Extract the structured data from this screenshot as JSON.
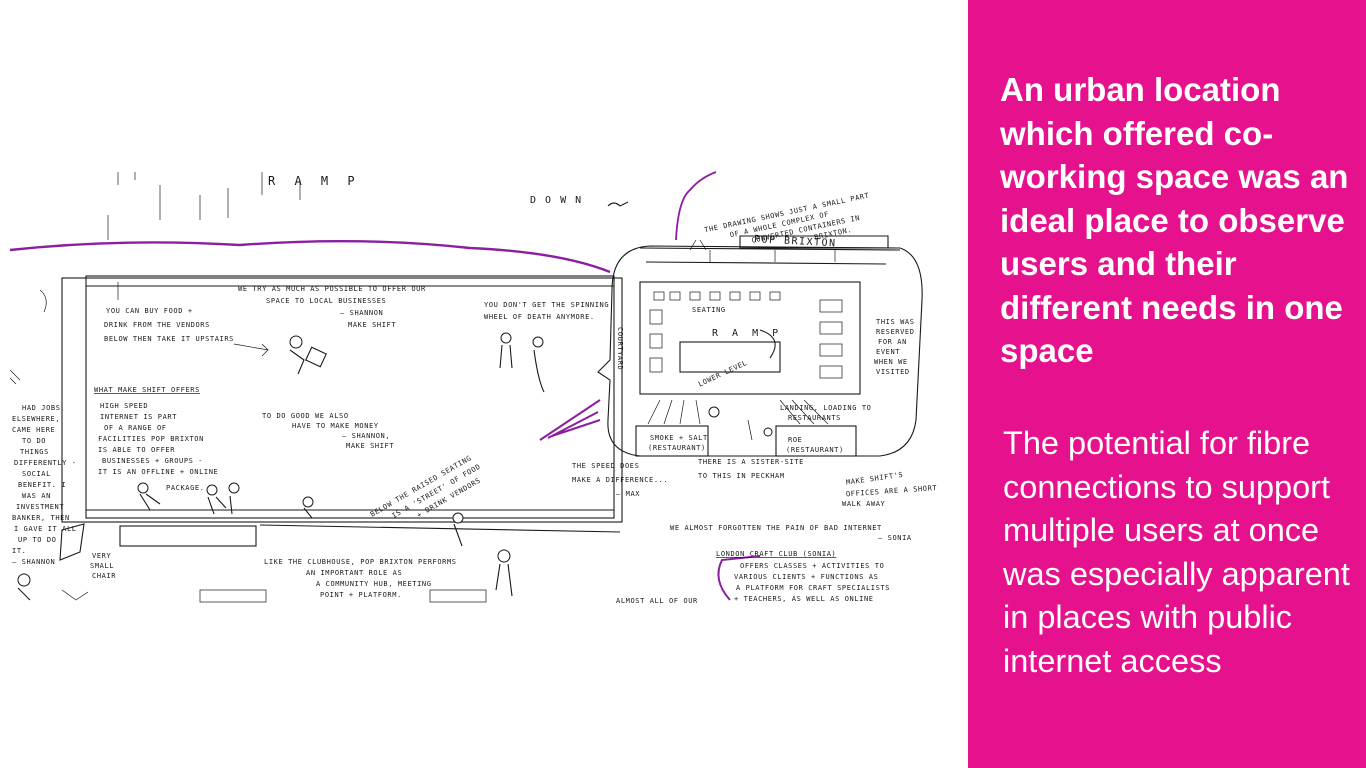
{
  "slide": {
    "headline": "An urban location which offered co-working space was an ideal place to observe users and their different needs in one space",
    "body": "The potential for fibre connections to support multiple users at once was especially apparent in places with public internet access",
    "accent_color": "#e6118c"
  },
  "sketch": {
    "ramp": "R A M P",
    "down": "D O W N",
    "pop_brixton": "POP BRIXTON",
    "drawing_note_1": "THE DRAWING SHOWS JUST A SMALL PART",
    "drawing_note_2": "OF A WHOLE COMPLEX OF",
    "drawing_note_3": "CONVERTED CONTAINERS IN",
    "drawing_note_4": "BRIXTON.",
    "buy_food_1": "YOU CAN BUY FOOD +",
    "buy_food_2": "DRINK FROM THE VENDORS",
    "buy_food_3": "BELOW THEN TAKE IT UPSTAIRS",
    "offer_space_1": "WE TRY AS MUCH AS POSSIBLE TO OFFER OUR",
    "offer_space_2": "SPACE TO LOCAL BUSINESSES",
    "offer_space_3": "— SHANNON",
    "offer_space_4": "MAKE SHIFT",
    "spinning_1": "YOU DON'T GET THE SPINNING",
    "spinning_2": "WHEEL OF DEATH ANYMORE.",
    "courtyard": "COURTYARD",
    "seating": "SEATING",
    "lower_level": "LOWER LEVEL",
    "ramp_inner": "R A M P",
    "reserved_1": "THIS WAS",
    "reserved_2": "RESERVED",
    "reserved_3": "FOR AN",
    "reserved_4": "EVENT",
    "reserved_5": "WHEN WE",
    "reserved_6": "VISITED",
    "what_offers": "WHAT MAKE SHIFT OFFERS",
    "offers_1": "HIGH SPEED",
    "offers_2": "INTERNET IS PART",
    "offers_3": "OF A RANGE OF",
    "offers_4": "FACILITIES POP BRIXTON",
    "offers_5": "IS ABLE TO OFFER",
    "offers_6": "BUSINESSES + GROUPS -",
    "offers_7": "IT IS AN OFFLINE + ONLINE",
    "offers_8": "PACKAGE.",
    "good_1": "TO DO GOOD WE ALSO",
    "good_2": "HAVE TO MAKE MONEY",
    "good_3": "— SHANNON,",
    "good_4": "MAKE SHIFT",
    "loading_1": "LANDING, LOADING TO",
    "loading_2": "RESTAURANTS",
    "smoke_salt_1": "SMOKE + SALT",
    "smoke_salt_2": "(RESTAURANT)",
    "roe_1": "ROE",
    "roe_2": "(RESTAURANT)",
    "speed_1": "THE SPEED DOES",
    "speed_2": "MAKE A DIFFERENCE...",
    "speed_3": "— MAX",
    "sister_1": "THERE IS A SISTER-SITE",
    "sister_2": "TO THIS IN PECKHAM",
    "walk_1": "MAKE SHIFT'S",
    "walk_2": "OFFICES ARE A SHORT",
    "walk_3": "WALK AWAY",
    "below_1": "BELOW THE RAISED SEATING",
    "below_2": "IS A 'STREET' OF FOOD",
    "below_3": "+ DRINK VENDORS",
    "forgotten_1": "WE ALMOST FORGOTTEN THE PAIN OF BAD INTERNET",
    "forgotten_2": "— SONIA",
    "jobs_1": "HAD JOBS",
    "jobs_2": "ELSEWHERE,",
    "jobs_3": "CAME HERE",
    "jobs_4": "TO DO",
    "jobs_5": "THINGS",
    "jobs_6": "DIFFERENTLY -",
    "jobs_7": "SOCIAL",
    "jobs_8": "BENEFIT. I",
    "jobs_9": "WAS AN",
    "jobs_10": "INVESTMENT",
    "jobs_11": "BANKER, THEN",
    "jobs_12": "I GAVE IT ALL",
    "jobs_13": "UP TO DO",
    "jobs_14": "IT.",
    "jobs_15": "— SHANNON",
    "chair_1": "VERY",
    "chair_2": "SMALL",
    "chair_3": "CHAIR",
    "hub_1": "LIKE THE CLUBHOUSE, POP BRIXTON PERFORMS",
    "hub_2": "AN IMPORTANT ROLE AS",
    "hub_3": "A COMMUNITY HUB, MEETING",
    "hub_4": "POINT + PLATFORM.",
    "craft_1": "LONDON CRAFT CLUB (SONIA)",
    "craft_2": "OFFERS CLASSES + ACTIVITIES TO",
    "craft_3": "VARIOUS CLIENTS + FUNCTIONS AS",
    "craft_4": "A PLATFORM FOR CRAFT SPECIALISTS",
    "craft_5": "+ TEACHERS, AS WELL AS ONLINE",
    "almost": "ALMOST ALL OF OUR"
  }
}
